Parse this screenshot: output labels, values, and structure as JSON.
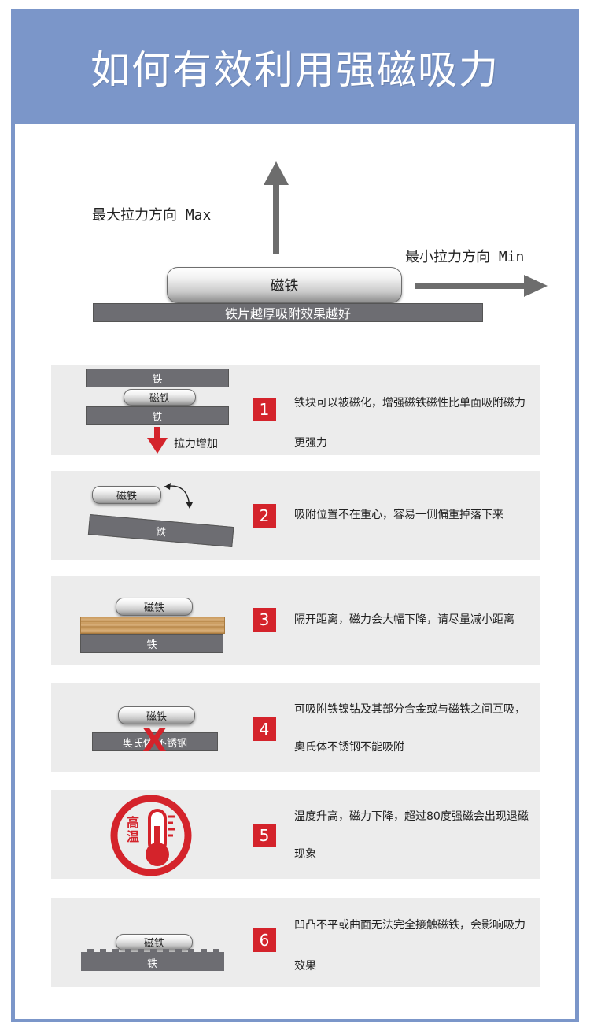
{
  "title": "如何有效利用强磁吸力",
  "hero": {
    "max_label": "最大拉力方向 Max",
    "min_label": "最小拉力方向 Min",
    "magnet_label": "磁铁",
    "iron_label": "铁片越厚吸附效果越好"
  },
  "items": [
    {
      "num": "1",
      "text": "铁块可以被磁化，增强磁铁磁性比单面吸附磁力更强力",
      "labels": {
        "iron_top": "铁",
        "magnet": "磁铁",
        "iron_bottom": "铁",
        "arrow": "拉力增加"
      }
    },
    {
      "num": "2",
      "text": "吸附位置不在重心，容易一侧偏重掉落下来",
      "labels": {
        "magnet": "磁铁",
        "iron": "铁"
      }
    },
    {
      "num": "3",
      "text": "隔开距离，磁力会大幅下降，请尽量减小距离",
      "labels": {
        "magnet": "磁铁",
        "iron": "铁"
      }
    },
    {
      "num": "4",
      "text": "可吸附铁镍钴及其部分合金或与磁铁之间互吸，奥氏体不锈钢不能吸附",
      "labels": {
        "magnet": "磁铁",
        "steel": "奥氏体 不锈钢",
        "cross": "X"
      }
    },
    {
      "num": "5",
      "text": "温度升高，磁力下降，超过80度强磁会出现退磁现象",
      "labels": {
        "high": "高",
        "temp": "温"
      }
    },
    {
      "num": "6",
      "text": "凹凸不平或曲面无法完全接触磁铁，会影响吸力效果",
      "labels": {
        "magnet": "磁铁",
        "iron": "铁"
      }
    }
  ],
  "colors": {
    "header": "#7b96c9",
    "accent_red": "#d4232b",
    "panel": "#ececec",
    "iron": "#6d6d72"
  }
}
